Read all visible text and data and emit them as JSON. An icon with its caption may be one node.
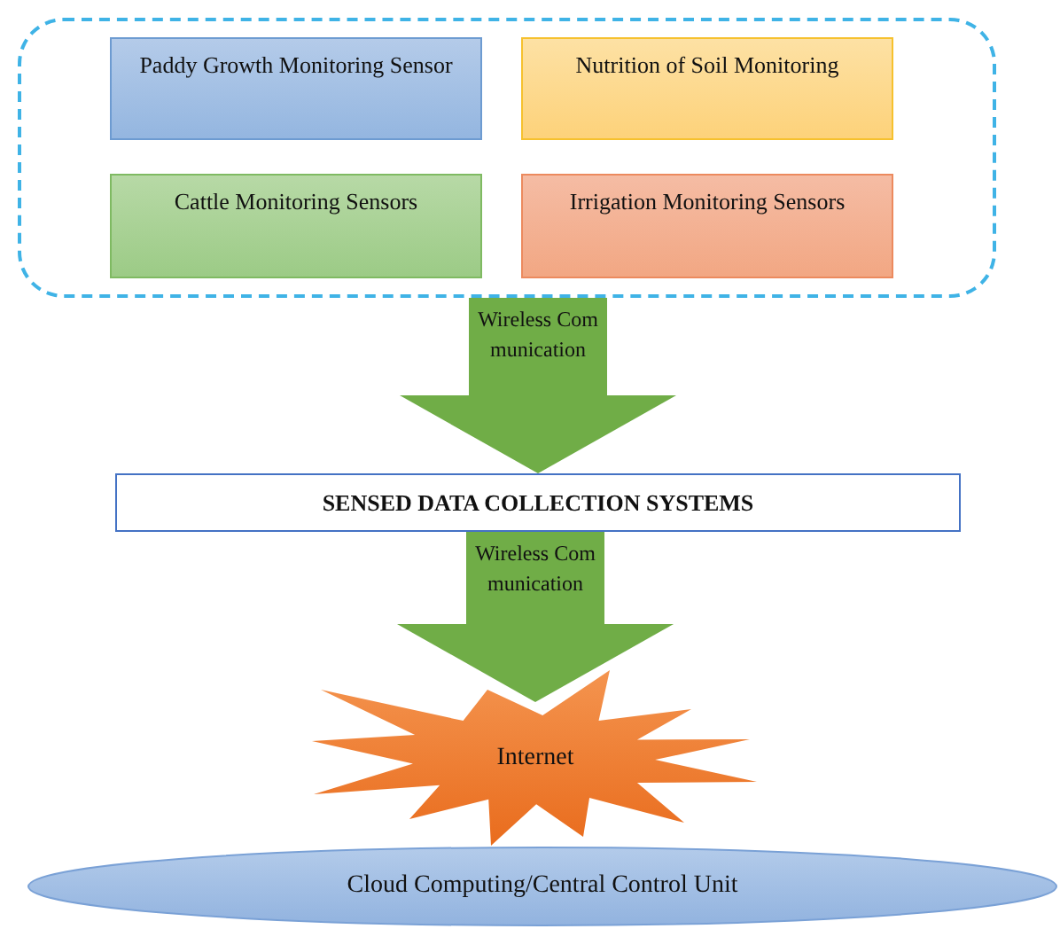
{
  "diagram": {
    "nodes": [
      {
        "text": [],
        "shape": "box"
      },
      {
        "text": [
          "Paddy Growth Monitoring Sensor"
        ],
        "in": 0
      },
      {
        "text": [
          "Nutrition of Soil Monitoring"
        ],
        "in": 0
      },
      {
        "text": [
          "Cattle Monitoring Sensors"
        ],
        "in": 0
      },
      {
        "text": [
          "Irrigation Monitoring Sensors"
        ],
        "in": 0
      },
      {
        "text": [
          "SENSED DATA COLLECTION SYSTEMS"
        ]
      },
      {
        "text": [
          "Internet"
        ]
      },
      {
        "text": [
          "Cloud Computing/Central Control Unit"
        ]
      }
    ],
    "edges": [
      {
        "from": 0,
        "to": 5,
        "arrow": "to",
        "label": "Wireless Communication"
      },
      {
        "from": 5,
        "to": 6,
        "arrow": "to",
        "label": "Wireless Communication"
      }
    ]
  }
}
